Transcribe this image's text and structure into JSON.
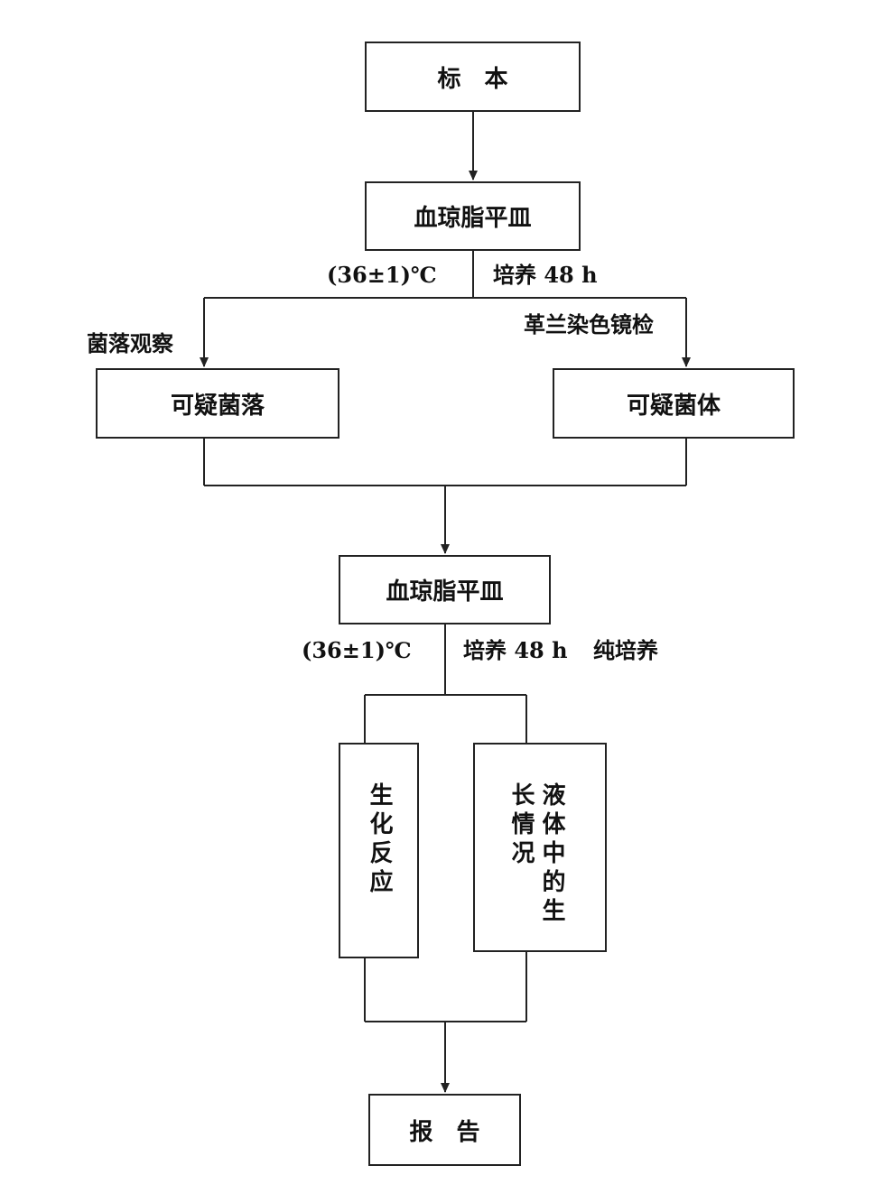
{
  "nodes": {
    "specimen": "标　本",
    "blood_agar_1": "血琼脂平皿",
    "suspect_colony": "可疑菌落",
    "suspect_bacteria": "可疑菌体",
    "blood_agar_2": "血琼脂平皿",
    "biochem": "生化反应",
    "liquid_growth": "液体中的生长情况",
    "report": "报　告"
  },
  "labels": {
    "temp_1": "(36±1)℃",
    "incubate_1": "培养 48 h",
    "colony_obs": "菌落观察",
    "gram_stain": "革兰染色镜检",
    "temp_2": "(36±1)℃",
    "incubate_2": "培养 48 h",
    "pure_culture": "纯培养"
  }
}
